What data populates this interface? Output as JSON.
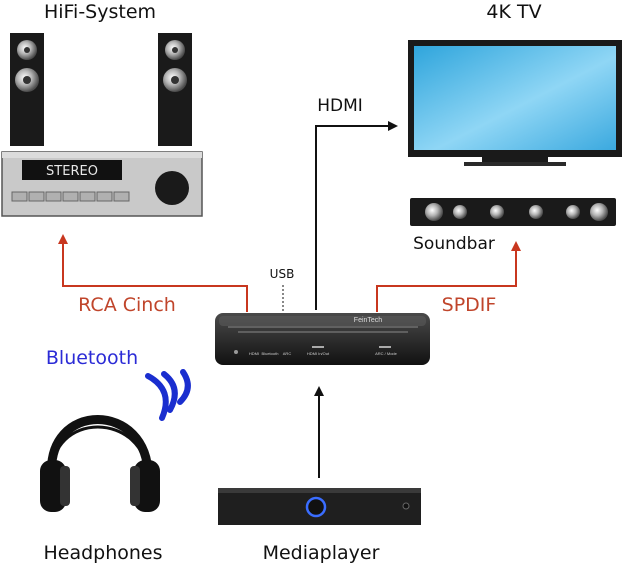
{
  "labels": {
    "hifi": "HiFi-System",
    "tv": "4K TV",
    "hdmi": "HDMI",
    "soundbar": "Soundbar",
    "usb": "USB",
    "rca": "RCA Cinch",
    "spdif": "SPDIF",
    "bluetooth": "Bluetooth",
    "headphones": "Headphones",
    "mediaplayer": "Mediaplayer"
  },
  "receiver": {
    "display": "STEREO"
  },
  "device": {
    "brand": "FeinTech",
    "ports": [
      "HDMI",
      "Bluetooth",
      "ARC",
      "HDMI In/Out",
      "ARC / Mode"
    ]
  },
  "colors": {
    "red_line": "#c8371f",
    "red_text": "#c0452b",
    "blue_text": "#2b2bd6",
    "bt_waves": "#1a2ecf",
    "tv_screen": "#5fc0ea"
  }
}
